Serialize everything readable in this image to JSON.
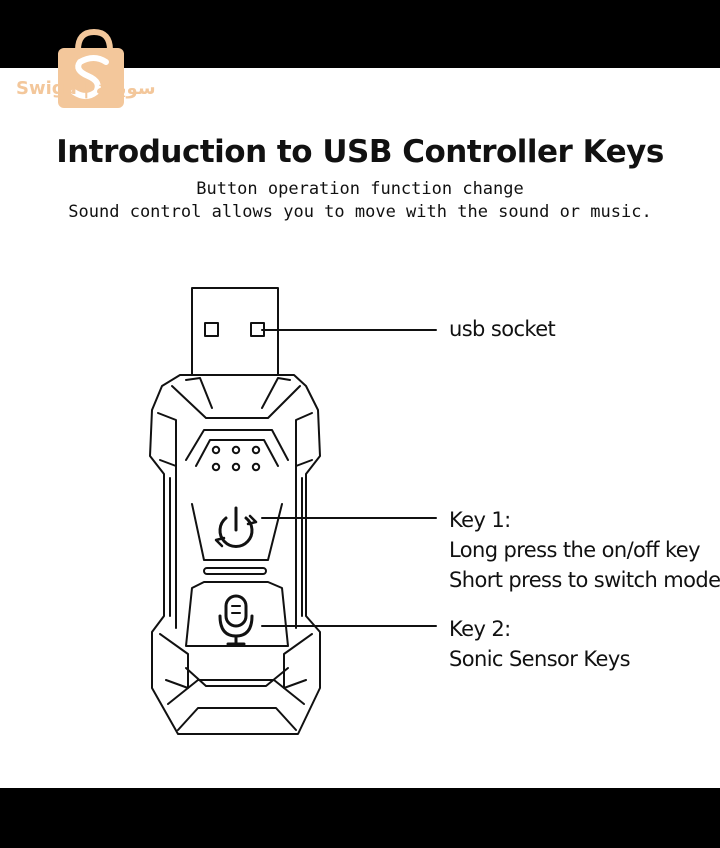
{
  "logo": {
    "text": "Swiga | سويقة",
    "color": "#f3c79b"
  },
  "title": "Introduction to USB Controller Keys",
  "subtitle_line1": "Button operation function change",
  "subtitle_line2": "Sound control allows you to move with the sound or music.",
  "callouts": {
    "usb_socket": "usb socket",
    "key1_title": "Key 1:",
    "key1_line1": "Long press the on/off key",
    "key1_line2": "Short press to switch mode",
    "key2_title": "Key 2:",
    "key2_line1": "Sonic Sensor Keys"
  },
  "icons": [
    "shopping-bag-logo-icon",
    "power-icon",
    "microphone-icon",
    "speaker-dots-icon"
  ]
}
